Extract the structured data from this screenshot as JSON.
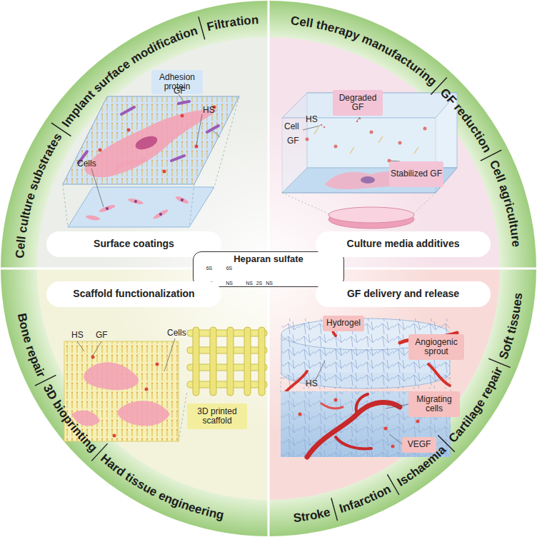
{
  "diagram": {
    "nodes": [
      {
        "text": [
          "Adhesion protein"
        ]
      },
      {
        "text": [
          "Degraded GF"
        ]
      },
      {
        "text": [
          "Stabilized GF"
        ]
      },
      {
        "text": [
          "Surface coatings"
        ]
      },
      {
        "text": [
          "Heparan sulfate",
          "6S",
          "NS",
          "6S",
          "NS",
          "NS",
          "2S",
          "NS"
        ]
      },
      {
        "text": [
          "Culture media additives"
        ]
      },
      {
        "text": [
          "Scaffold functionalization"
        ]
      },
      {
        "text": [
          "GF delivery and release"
        ]
      },
      {
        "text": [
          "Hydrogel"
        ]
      },
      {
        "text": [
          "Angiogenic sprout"
        ]
      },
      {
        "text": [
          "3D printed scaffold"
        ]
      },
      {
        "text": [
          "Migrating cells"
        ]
      },
      {
        "text": [
          "VEGF"
        ]
      }
    ],
    "labels": [
      "Cell culture substrates",
      "Implant surface modification",
      "Filtration",
      "Cell therapy manufacturing",
      "GF reduction",
      "Cell agriculture",
      "Bone repair",
      "3D bioprinting",
      "Hard tissue engineering",
      "Stroke",
      "Infarction",
      "Ischaemia",
      "Cartilage repair",
      "Soft tissues",
      "GF",
      "HS",
      "Cells",
      "Cell",
      "HS",
      "GF",
      "HS",
      "GF",
      "Cells",
      "HS"
    ]
  }
}
